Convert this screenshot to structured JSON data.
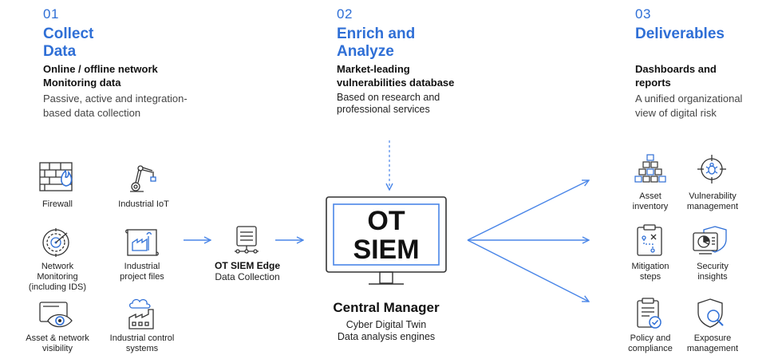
{
  "steps": [
    {
      "num": "01",
      "head_lines": [
        "Collect",
        "Data"
      ],
      "sub_lines": [
        "Online / offline network",
        "Monitoring data"
      ],
      "desc_lines": [
        "Passive, active and integration-",
        "based data collection"
      ]
    },
    {
      "num": "02",
      "head_lines": [
        "Enrich and",
        "Analyze"
      ],
      "sub_lines": [
        "Market-leading",
        "vulnerabilities database"
      ],
      "desc_lines": [
        "Based on research and",
        "professional services"
      ]
    },
    {
      "num": "03",
      "head_lines": [
        "Deliverables"
      ],
      "sub_lines": [
        "Dashboards and",
        "reports"
      ],
      "desc_lines": [
        "A unified organizational",
        "view of digital risk"
      ]
    }
  ],
  "sources": [
    {
      "icon": "firewall-icon",
      "label_lines": [
        "Firewall"
      ]
    },
    {
      "icon": "robot-arm-icon",
      "label_lines": [
        "Industrial IoT"
      ]
    },
    {
      "icon": "radar-icon",
      "label_lines": [
        "Network",
        "Monitoring",
        "(including IDS)"
      ]
    },
    {
      "icon": "blueprint-icon",
      "label_lines": [
        "Industrial",
        "project files"
      ]
    },
    {
      "icon": "eye-monitor-icon",
      "label_lines": [
        "Asset & network",
        "visibility"
      ]
    },
    {
      "icon": "factory-cloud-icon",
      "label_lines": [
        "Industrial control",
        "systems"
      ]
    }
  ],
  "edge": {
    "icon": "server-node-icon",
    "title": "OT SIEM Edge",
    "subtitle": "Data Collection"
  },
  "monitor": {
    "line1": "OT",
    "line2": "SIEM"
  },
  "central": {
    "title": "Central Manager",
    "lines": [
      "Cyber Digital Twin",
      "Data analysis engines"
    ]
  },
  "deliverables": [
    {
      "icon": "asset-blocks-icon",
      "label_lines": [
        "Asset",
        "inventory"
      ]
    },
    {
      "icon": "crosshair-bug-icon",
      "label_lines": [
        "Vulnerability",
        "management"
      ]
    },
    {
      "icon": "clipboard-plan-icon",
      "label_lines": [
        "Mitigation",
        "steps"
      ]
    },
    {
      "icon": "shield-chart-icon",
      "label_lines": [
        "Security",
        "insights"
      ]
    },
    {
      "icon": "checklist-icon",
      "label_lines": [
        "Policy and",
        "compliance"
      ]
    },
    {
      "icon": "shield-search-icon",
      "label_lines": [
        "Exposure",
        "management"
      ]
    }
  ],
  "colors": {
    "accent": "#2f6fd6",
    "arrow": "#4a86e8",
    "icon_stroke": "#333333"
  }
}
